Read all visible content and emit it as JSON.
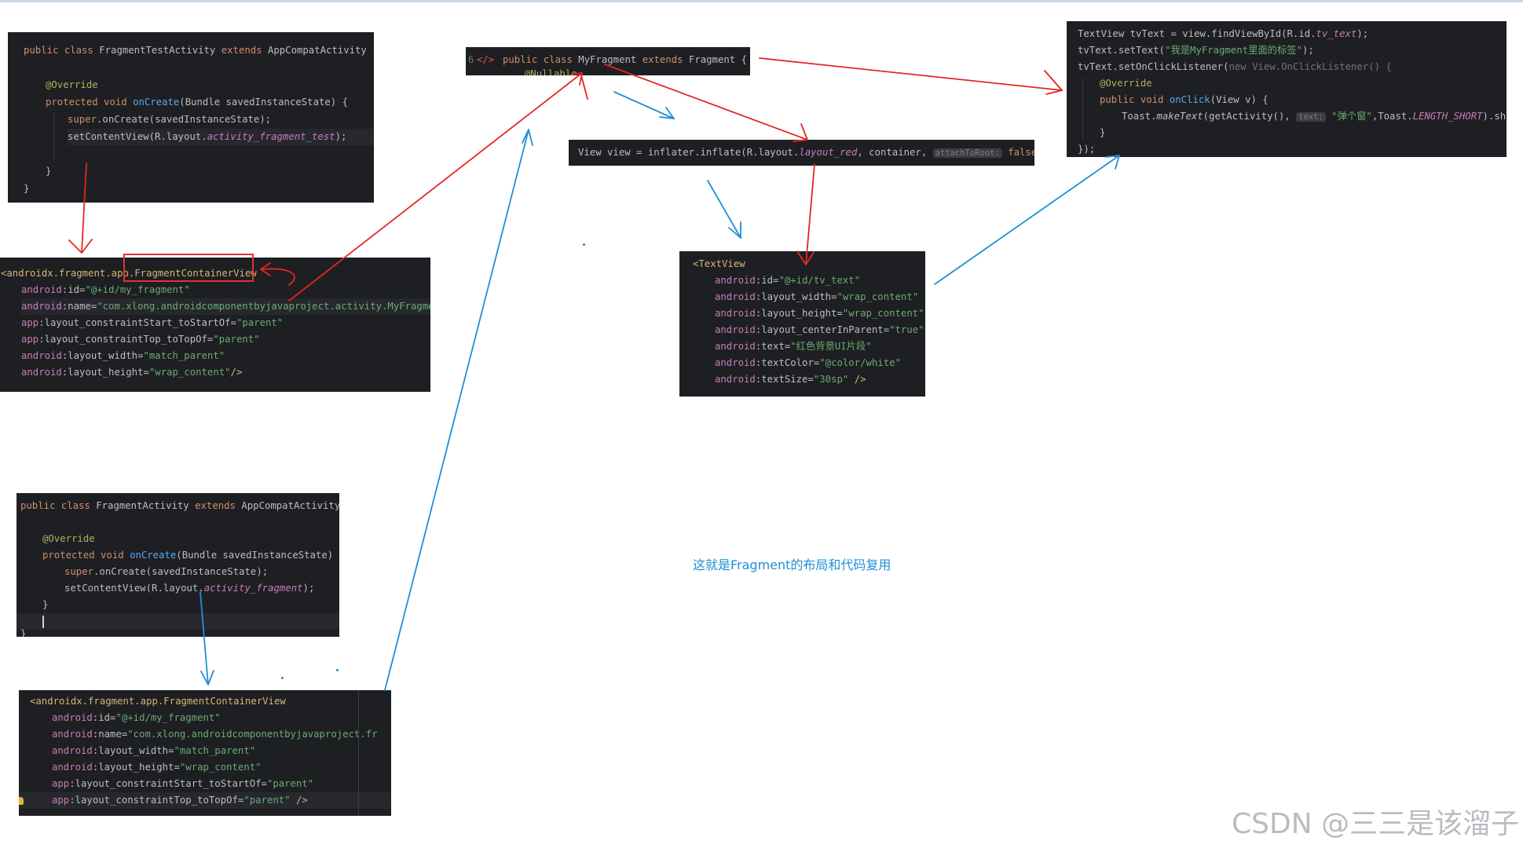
{
  "panels": {
    "activity_test": {
      "l1": [
        "public class ",
        "FragmentTestActivity",
        " extends ",
        "AppCompatActivity {"
      ],
      "l2": "@Override",
      "l3": [
        "protected void ",
        "onCreate",
        "(Bundle savedInstanceState) {"
      ],
      "l4": [
        "super",
        ".onCreate(savedInstanceState);"
      ],
      "l5": [
        "setContentView(R.layout.",
        "activity_fragment_test",
        ");"
      ],
      "l6": "}",
      "l7": "}"
    },
    "xml_container": {
      "l1": [
        "<androidx.fragment.app.",
        "FragmentContainerView"
      ],
      "l2": [
        "android",
        ":id=",
        "\"@+id/my_fragment\""
      ],
      "l3": [
        "android",
        ":name=",
        "\"com.xlong.androidcomponentbyjavaproject.activity.MyFragment\""
      ],
      "l4": [
        "app",
        ":layout_constraintStart_toStartOf=",
        "\"parent\""
      ],
      "l5": [
        "app",
        ":layout_constraintTop_toTopOf=",
        "\"parent\""
      ],
      "l6": [
        "android",
        ":layout_width=",
        "\"match_parent\""
      ],
      "l7": [
        "android",
        ":layout_height=",
        "\"wrap_content\"",
        "/>"
      ]
    },
    "myfragment": {
      "gutter": "6",
      "icon": "</>",
      "l1": [
        "public class ",
        "MyFragment",
        " extends ",
        "Fragment",
        " {"
      ],
      "l2": "@Nullable"
    },
    "inflate": {
      "code": "View view = inflater.inflate(R.layout.",
      "layout": "layout_red",
      "mid": ", container, ",
      "hint": "attachToRoot:",
      "kwfalse": "false",
      "end": ");"
    },
    "textview_code": {
      "l1": [
        "TextView tvText = view.findViewById(R.id.",
        "tv_text",
        ");"
      ],
      "l2": [
        "tvText.setText(",
        "\"我是MyFragment里面的标签\"",
        ");"
      ],
      "l3": [
        "tvText.setOnClickListener(",
        "new View.OnClickListener() {"
      ],
      "l4": "@Override",
      "l5": [
        "public void ",
        "onClick",
        "(View v) {"
      ],
      "l6": [
        "Toast.",
        "makeText",
        "(getActivity(), ",
        "text:",
        " \"弹个窗\"",
        ",Toast.",
        "LENGTH_SHORT",
        ").show();"
      ],
      "l7": "}",
      "l8": "});"
    },
    "textview_xml": {
      "l1": "<TextView",
      "l2": [
        "android",
        ":id=",
        "\"@+id/tv_text\""
      ],
      "l3": [
        "android",
        ":layout_width=",
        "\"wrap_content\""
      ],
      "l4": [
        "android",
        ":layout_height=",
        "\"wrap_content\""
      ],
      "l5": [
        "android",
        ":layout_centerInParent=",
        "\"true\""
      ],
      "l6": [
        "android",
        ":text=",
        "\"红色背景UI片段\""
      ],
      "l7": [
        "android",
        ":textColor=",
        "\"@color/white\""
      ],
      "l8": [
        "android",
        ":textSize=",
        "\"30sp\"",
        " />"
      ]
    },
    "activity_fragment": {
      "l1": [
        "public class ",
        "FragmentActivity",
        " extends ",
        "AppCompatActivity {"
      ],
      "l2": "@Override",
      "l3": [
        "protected void ",
        "onCreate",
        "(Bundle savedInstanceState) {"
      ],
      "l4": [
        "super",
        ".onCreate(savedInstanceState);"
      ],
      "l5": [
        "setContentView(R.layout.",
        "activity_fragment",
        ");"
      ],
      "l6": "}",
      "l7": "}"
    },
    "xml_container2": {
      "l1": [
        "<androidx.fragment.app.FragmentContainerView"
      ],
      "l2": [
        "android",
        ":id=",
        "\"@+id/my_fragment\""
      ],
      "l3": [
        "android",
        ":name=",
        "\"com.xlong.androidcomponentbyjavaproject.fr"
      ],
      "l4": [
        "android",
        ":layout_width=",
        "\"match_parent\""
      ],
      "l5": [
        "android",
        ":layout_height=",
        "\"wrap_content\""
      ],
      "l6": [
        "app",
        ":layout_constraintStart_toStartOf=",
        "\"parent\""
      ],
      "l7": [
        "app",
        ":layout_constraintTop_toTopOf=",
        "\"parent\"",
        " />"
      ]
    }
  },
  "caption": "这就是Fragment的布局和代码复用",
  "watermark": "CSDN @三三是该溜子",
  "colors": {
    "red_arrow": "#e52525",
    "blue_arrow": "#1e8fd6",
    "panel_bg": "#1e1f22"
  }
}
